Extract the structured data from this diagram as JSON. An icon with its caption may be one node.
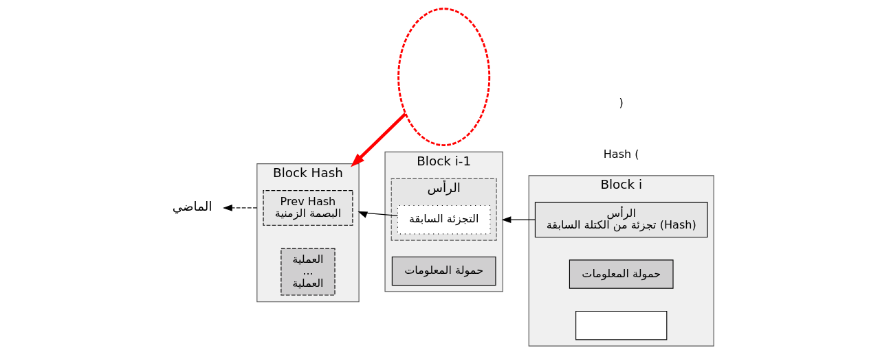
{
  "diagram": {
    "nodes": [
      {
        "text": [
          "Block Hash"
        ]
      },
      {
        "text": [
          "Prev Hash",
          "البصمة الزمنية"
        ],
        "in": 0
      },
      {
        "text": [
          "العملية",
          "...",
          "العملية"
        ],
        "in": 0
      },
      {
        "text": [],
        "shape": "ellipse"
      },
      {
        "text": [
          "الماضي"
        ]
      },
      {
        "text": [
          "Block i-1"
        ]
      },
      {
        "text": [
          "الرأس"
        ],
        "in": 5
      },
      {
        "text": [
          "التجزئة السابقة"
        ],
        "in": 6
      },
      {
        "text": [
          "حمولة المعلومات"
        ],
        "in": 5
      },
      {
        "text": [
          "Block i"
        ]
      },
      {
        "text": [
          "الرأس",
          "تجزئة من الكتلة السابقة (Hash)"
        ],
        "in": 9
      },
      {
        "text": [
          "حمولة المعلومات"
        ],
        "in": 9
      },
      {
        "text": [],
        "shape": "box",
        "in": 9
      }
    ],
    "edges": [
      {
        "from": 3,
        "to": 0,
        "arrow": "to",
        "style": "thick",
        "color": "#ff0000"
      },
      {
        "from": 0,
        "to": 4,
        "arrow": "to",
        "style": "dashed"
      },
      {
        "from": 7,
        "to": 0,
        "arrow": "to"
      },
      {
        "from": 10,
        "to": 5,
        "arrow": "to"
      }
    ],
    "labels": [
      "Hash (",
      ")"
    ]
  }
}
